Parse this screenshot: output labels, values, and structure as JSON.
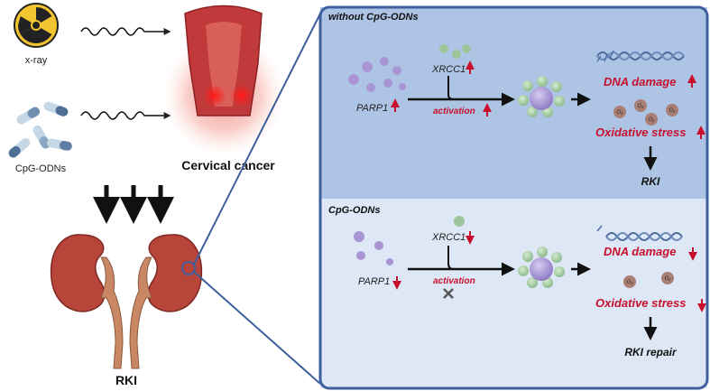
{
  "left_panel": {
    "xray_label": "x-ray",
    "cpg_label": "CpG-ODNs",
    "cancer_label": "Cervical cancer",
    "rki_label": "RKI"
  },
  "top_panel": {
    "title": "without CpG-ODNs",
    "parp1": "PARP1",
    "xrcc1": "XRCC1",
    "activation": "activation",
    "dna_damage": "DNA damage",
    "oxidative_stress": "Oxidative stress",
    "outcome": "RKI",
    "o2_label": "O₂"
  },
  "bottom_panel": {
    "title": "CpG-ODNs",
    "parp1": "PARP1",
    "xrcc1": "XRCC1",
    "activation": "activation",
    "dna_damage": "DNA damage",
    "oxidative_stress": "Oxidative stress",
    "outcome": "RKI repair",
    "o2_label": "O₂"
  },
  "colors": {
    "panel_border": "#3d5f9c",
    "top_panel_bg": "#aec4e5",
    "bottom_panel_bg": "#dde7f5",
    "emphasis_red": "#c8102e",
    "kidney": "#b7453a",
    "ureter": "#c98763",
    "molecule_purple": "#a995d4",
    "molecule_green": "#9cc59c"
  }
}
